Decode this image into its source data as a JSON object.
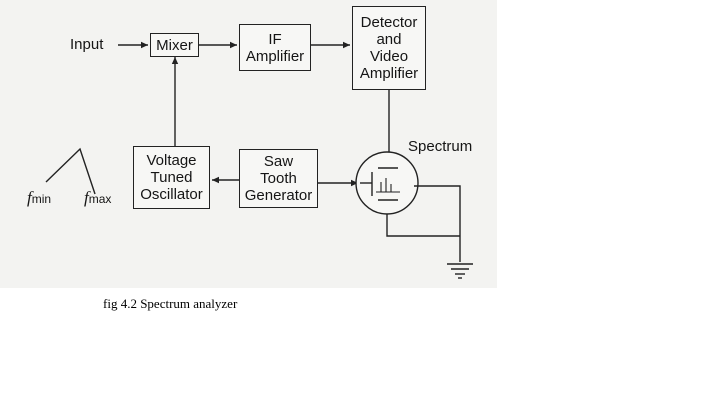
{
  "diagram": {
    "input_label": "Input",
    "blocks": {
      "mixer": "Mixer",
      "if_amplifier": "IF\nAmplifier",
      "detector": "Detector\nand\nVideo\nAmplifier",
      "vto": "Voltage\nTuned\nOscillator",
      "sawtooth": "Saw\nTooth\nGenerator"
    },
    "spectrum_label": "Spectrum",
    "sweep": {
      "symbol": "f",
      "min_sub": "min",
      "max_sub": "max"
    }
  },
  "caption": "fig 4.2 Spectrum analyzer",
  "colors": {
    "line": "#222222",
    "panel": "#f3f3f1"
  }
}
